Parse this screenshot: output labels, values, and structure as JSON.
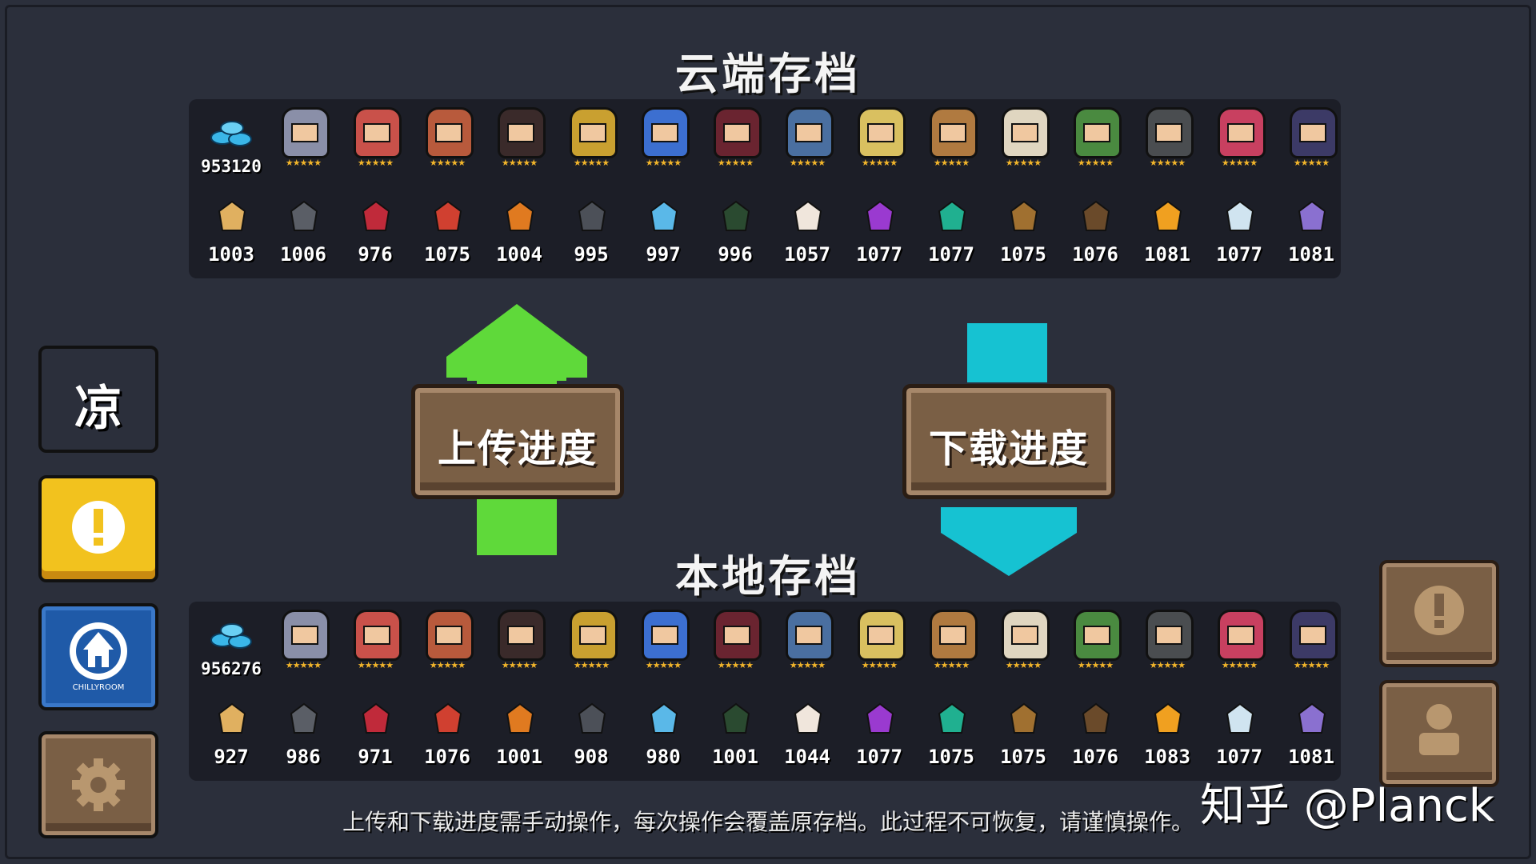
{
  "titles": {
    "cloud": "云端存档",
    "local": "本地存档"
  },
  "buttons": {
    "upload": "上传进度",
    "download": "下载进度",
    "language": "凉"
  },
  "cloud": {
    "coins": "953120",
    "materials": [
      "1003",
      "1006",
      "976",
      "1075",
      "1004",
      "995",
      "997",
      "996",
      "1057",
      "1077",
      "1077",
      "1075",
      "1076",
      "1081",
      "1077",
      "1081"
    ]
  },
  "local": {
    "coins": "956276",
    "materials": [
      "927",
      "986",
      "971",
      "1076",
      "1001",
      "908",
      "980",
      "1001",
      "1044",
      "1077",
      "1075",
      "1075",
      "1076",
      "1083",
      "1077",
      "1081"
    ]
  },
  "hero_stars": "★★★★★",
  "heroes": [
    {
      "name": "knight-icon",
      "color": "#8a8fa8"
    },
    {
      "name": "rogue-icon",
      "color": "#c9514a"
    },
    {
      "name": "witch-icon",
      "color": "#b85a3c"
    },
    {
      "name": "assassin-icon",
      "color": "#3a2a2a"
    },
    {
      "name": "engineer-icon",
      "color": "#c9a030"
    },
    {
      "name": "robot-icon",
      "color": "#3c6fd0"
    },
    {
      "name": "vampire-icon",
      "color": "#6a2430"
    },
    {
      "name": "paladin-icon",
      "color": "#4a6fa0"
    },
    {
      "name": "elf-icon",
      "color": "#d9c060"
    },
    {
      "name": "werewolf-icon",
      "color": "#b07a40"
    },
    {
      "name": "priest-icon",
      "color": "#e0d6c0"
    },
    {
      "name": "druid-icon",
      "color": "#4a8a40"
    },
    {
      "name": "necromancer-icon",
      "color": "#4a4d50"
    },
    {
      "name": "berserker-icon",
      "color": "#c84060"
    },
    {
      "name": "demon-icon",
      "color": "#3c3a66"
    }
  ],
  "materials": [
    {
      "name": "timber-icon",
      "color": "#e0b060"
    },
    {
      "name": "gear-icon",
      "color": "#5a5e66"
    },
    {
      "name": "red-leaf-icon",
      "color": "#c02a3a"
    },
    {
      "name": "chip-card-icon",
      "color": "#d04030"
    },
    {
      "name": "orange-ore-icon",
      "color": "#e07a20"
    },
    {
      "name": "stone-icon",
      "color": "#4c5058"
    },
    {
      "name": "ice-crystal-icon",
      "color": "#5ab8e8"
    },
    {
      "name": "battery-icon",
      "color": "#2a4a30"
    },
    {
      "name": "flour-sack-icon",
      "color": "#f0e6dc"
    },
    {
      "name": "purple-crystal-icon",
      "color": "#9a3ad0"
    },
    {
      "name": "green-crystal-icon",
      "color": "#20b090"
    },
    {
      "name": "pinecone-icon",
      "color": "#a07030"
    },
    {
      "name": "hammer-icon",
      "color": "#6a4a2a"
    },
    {
      "name": "fire-crystal-icon",
      "color": "#f0a020"
    },
    {
      "name": "feather-icon",
      "color": "#d0e4f0"
    },
    {
      "name": "dark-star-icon",
      "color": "#8a70d0"
    }
  ],
  "footer": "上传和下载进度需手动操作，每次操作会覆盖原存档。此过程不可恢复，请谨慎操作。",
  "watermark": "知乎 @Planck",
  "colors": {
    "upload_arrow": "#5fd93a",
    "download_arrow": "#16c2d2",
    "warning_button": "#f2c21e",
    "brand_button": "#1f5aa8"
  }
}
